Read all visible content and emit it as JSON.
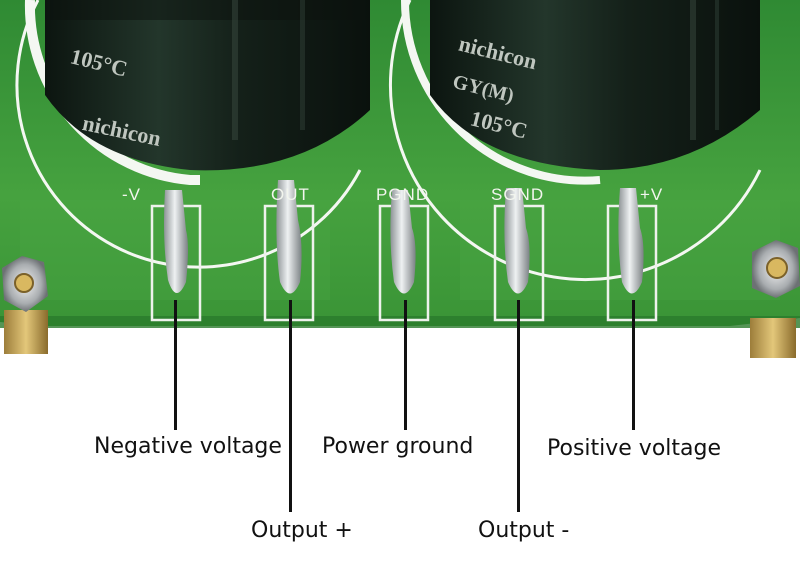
{
  "board_silkscreen": [
    "-V",
    "OUT",
    "PGND",
    "SGND",
    "+V"
  ],
  "capacitor_print": {
    "brand": "nichicon",
    "temp": "105°C",
    "series": "GY(M)"
  },
  "callouts": {
    "negative_voltage": "Negative voltage",
    "power_ground": "Power ground",
    "positive_voltage": "Positive voltage",
    "output_plus": "Output +",
    "output_minus": "Output -"
  },
  "colors": {
    "pcb_green": "#3f9a3a",
    "capacitor_body": "#1c2a22",
    "solder": "#c9cdd0",
    "label_text": "#111111"
  }
}
